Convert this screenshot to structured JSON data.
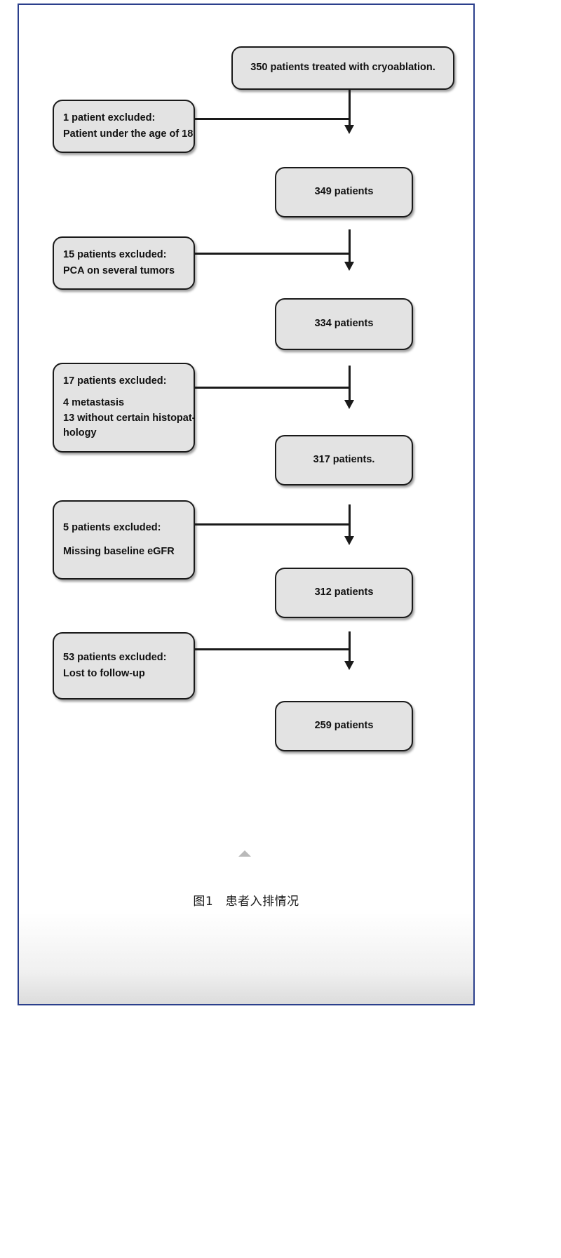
{
  "figure": {
    "caption": "图1　患者入排情况",
    "colors": {
      "box_fill": "#e3e3e3",
      "box_border": "#1a1a1a",
      "frame_border": "#2b3f8c",
      "connector": "#1a1a1a",
      "marker": "#b9b9b9"
    }
  },
  "chart_data": {
    "type": "diagram",
    "title": "图1　患者入排情况",
    "diagram_kind": "patient-flow-consort",
    "enrolled": {
      "label": "350 patients treated with cryoablation.",
      "count": 350
    },
    "steps": [
      {
        "exclusion": {
          "heading": "1 patient excluded:",
          "reasons": [
            "Patient under the age of 18"
          ],
          "count": 1
        },
        "remaining": {
          "label": "349 patients",
          "count": 349
        }
      },
      {
        "exclusion": {
          "heading": "15 patients excluded:",
          "reasons": [
            "PCA on several tumors"
          ],
          "count": 15
        },
        "remaining": {
          "label": "334 patients",
          "count": 334
        }
      },
      {
        "exclusion": {
          "heading": "17 patients excluded:",
          "reasons": [
            "4 metastasis",
            "13 without certain histopat-",
            "hology"
          ],
          "count": 17
        },
        "remaining": {
          "label": "317 patients.",
          "count": 317
        }
      },
      {
        "exclusion": {
          "heading": "5 patients excluded:",
          "reasons": [
            "Missing baseline eGFR"
          ],
          "count": 5
        },
        "remaining": {
          "label": "312 patients",
          "count": 312
        }
      },
      {
        "exclusion": {
          "heading": "53 patients excluded:",
          "reasons": [
            "Lost to follow-up"
          ],
          "count": 53
        },
        "remaining": {
          "label": "259 patients",
          "count": 259
        }
      }
    ]
  }
}
